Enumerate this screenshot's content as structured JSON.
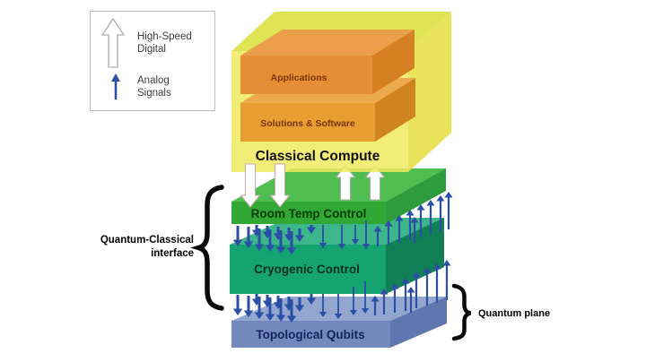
{
  "legend": {
    "items": [
      {
        "icon": "high-speed-digital-arrow-icon",
        "label": "High-Speed\nDigital"
      },
      {
        "icon": "analog-signals-arrow-icon",
        "label": "Analog\nSignals"
      }
    ]
  },
  "stack": {
    "classical": {
      "label": "Classical Compute",
      "sub_boxes": [
        {
          "label": "Applications"
        },
        {
          "label": "Solutions & Software"
        }
      ]
    },
    "layers": [
      {
        "label": "Room Temp Control"
      },
      {
        "label": "Cryogenic Control"
      },
      {
        "label": "Topological Qubits"
      }
    ]
  },
  "annotations": {
    "left_brace_label_line1": "Quantum-Classical",
    "left_brace_label_line2": "interface",
    "right_brace_label": "Quantum plane"
  },
  "colors": {
    "background": "#FFFFFF",
    "legend_border": "#BDBDBD",
    "legend_text": "#3F3F3F",
    "digital_arrow_fill": "#FFFFFF",
    "digital_arrow_stroke": "#ABABAB",
    "digital_down_stroke": "#C9ABAB",
    "analog_arrow": "#2B4FA5",
    "yellow_front": "#F0EA5E",
    "yellow_top": "#DFE457",
    "yellow_side": "#E8E052",
    "apps_front": "#E58E35",
    "apps_top": "#EC9F4B",
    "apps_side": "#D57E22",
    "sol_front": "#E69D31",
    "sol_top": "#ECA94E",
    "sol_side": "#D08420",
    "green_front": "#31A833",
    "green_top": "#4FBD4F",
    "green_side": "#2E9B3C",
    "teal_front": "#16A372",
    "teal_top": "#3EB68B",
    "teal_side": "#128057",
    "blue_front": "#7389BE",
    "blue_top": "#93A6CF",
    "blue_side": "#5F77AE",
    "classical_text": "#121212",
    "apps_text": "#7A3508",
    "green_text": "#053B05",
    "teal_text": "#04321C",
    "blue_text": "#15245B",
    "annotation_text": "#000000",
    "brace": "#0A0A0A"
  },
  "arrows": {
    "digital_down": [
      [
        279,
        183,
        231
      ],
      [
        312,
        183,
        231
      ]
    ],
    "digital_up": [
      [
        385,
        223,
        185
      ],
      [
        418,
        223,
        185
      ]
    ],
    "analog_gt_down_short": [
      [
        265,
        252,
        275
      ],
      [
        277,
        253,
        277
      ],
      [
        289,
        255,
        280
      ],
      [
        301,
        256,
        281
      ],
      [
        313,
        257,
        283
      ],
      [
        325,
        258,
        284
      ],
      [
        286,
        251,
        264
      ],
      [
        298,
        252,
        266
      ],
      [
        310,
        253,
        268
      ],
      [
        322,
        254,
        269
      ],
      [
        334,
        255,
        270
      ],
      [
        347,
        251,
        261
      ]
    ],
    "analog_gt_down_long": [
      [
        360,
        251,
        277
      ],
      [
        381,
        251,
        278
      ],
      [
        396,
        251,
        273
      ],
      [
        408,
        246,
        278
      ]
    ],
    "analog_gt_up": [
      [
        421,
        275,
        252
      ],
      [
        433,
        273,
        246
      ],
      [
        445,
        271,
        240
      ],
      [
        457,
        268,
        234
      ],
      [
        469,
        265,
        228
      ],
      [
        480,
        262,
        223
      ],
      [
        491,
        259,
        218
      ],
      [
        462,
        271,
        242
      ],
      [
        500,
        256,
        214
      ]
    ],
    "analog_tb_down_short": [
      [
        265,
        329,
        352
      ],
      [
        277,
        330,
        354
      ],
      [
        289,
        331,
        356
      ],
      [
        301,
        332,
        358
      ],
      [
        313,
        333,
        359
      ],
      [
        325,
        334,
        360
      ],
      [
        286,
        328,
        341
      ],
      [
        298,
        329,
        343
      ],
      [
        310,
        330,
        345
      ],
      [
        322,
        331,
        347
      ],
      [
        334,
        332,
        348
      ],
      [
        347,
        328,
        340
      ]
    ],
    "analog_tb_down_long": [
      [
        360,
        328,
        354
      ],
      [
        377,
        328,
        356
      ],
      [
        394,
        320,
        352
      ],
      [
        407,
        314,
        350
      ]
    ],
    "analog_tb_up": [
      [
        428,
        351,
        322
      ],
      [
        440,
        349,
        316
      ],
      [
        452,
        347,
        310
      ],
      [
        464,
        344,
        303
      ],
      [
        476,
        341,
        298
      ],
      [
        487,
        338,
        294
      ],
      [
        498,
        335,
        290
      ],
      [
        458,
        349,
        320
      ],
      [
        418,
        352,
        330
      ]
    ]
  }
}
